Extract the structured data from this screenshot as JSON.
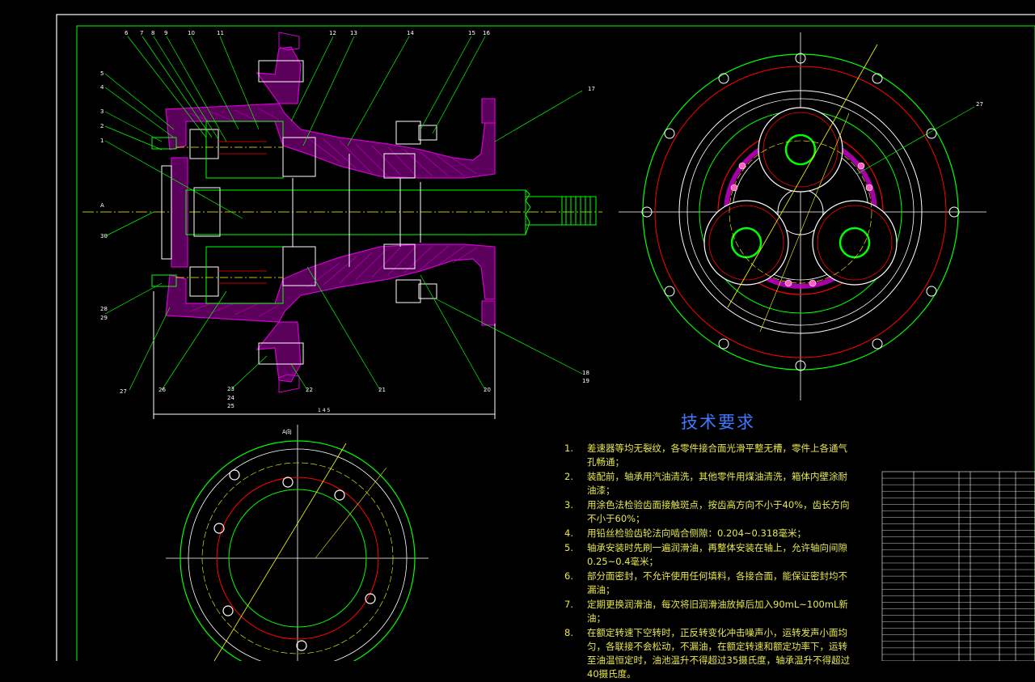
{
  "colors": {
    "background": "#000000",
    "frame": "#ffffff",
    "outline": "#00ff00",
    "center_line": "#ffff00",
    "hidden_line": "#ff0000",
    "hatch": "#d000d0",
    "leader": "#00ff00",
    "title_text": "#3f79ff",
    "note_text": "#e8e84a"
  },
  "section_view": {
    "part_numbers_top": [
      "6",
      "7",
      "8",
      "9",
      "10",
      "11",
      "12",
      "13",
      "14",
      "15",
      "16"
    ],
    "part_numbers_left": [
      "5",
      "4",
      "3",
      "2",
      "1",
      "A",
      "30",
      "28",
      "29"
    ],
    "part_numbers_right": [
      "17",
      "18",
      "19",
      "20"
    ],
    "part_numbers_bottom": [
      "27",
      "26",
      "23",
      "24",
      "25",
      "22",
      "21"
    ],
    "dimension_overall": "1 4 5"
  },
  "top_view": {
    "part_number": "27"
  },
  "bottom_view": {
    "label": "A向"
  },
  "tech_requirements": {
    "title": "技术要求",
    "items": [
      {
        "num": "1.",
        "text": "差速器等均无裂纹，各零件接合面光滑平整无槽，零件上各通气孔畅通；"
      },
      {
        "num": "2.",
        "text": "装配前，轴承用汽油清洗，其他零件用煤油清洗，箱体内壁涂耐油漆；"
      },
      {
        "num": "3.",
        "text": "用涂色法检验齿面接触斑点，按齿高方向不小于40%，齿长方向不小于60%；"
      },
      {
        "num": "4.",
        "text": "用铅丝检验齿轮法向啮合侧隙：0.204~0.318毫米；"
      },
      {
        "num": "5.",
        "text": "轴承安装时先刷一遍润滑油，再整体安装在轴上，允许轴向间隙0.25~0.4毫米；"
      },
      {
        "num": "6.",
        "text": "部分面密封，不允许使用任何填料，各接合面，能保证密封均不漏油；"
      },
      {
        "num": "7.",
        "text": "定期更换润滑油，每次将旧润滑油放掉后加入90mL~100mL新油；"
      },
      {
        "num": "8.",
        "text": "在额定转速下空转时，正反转变化冲击噪声小，运转发声小面均匀，各联接不会松动，不漏油，在额定转速和额定功率下，运转至油温恒定时，油池温升不得超过35摄氏度，轴承温升不得超过40摄氏度。"
      }
    ]
  }
}
